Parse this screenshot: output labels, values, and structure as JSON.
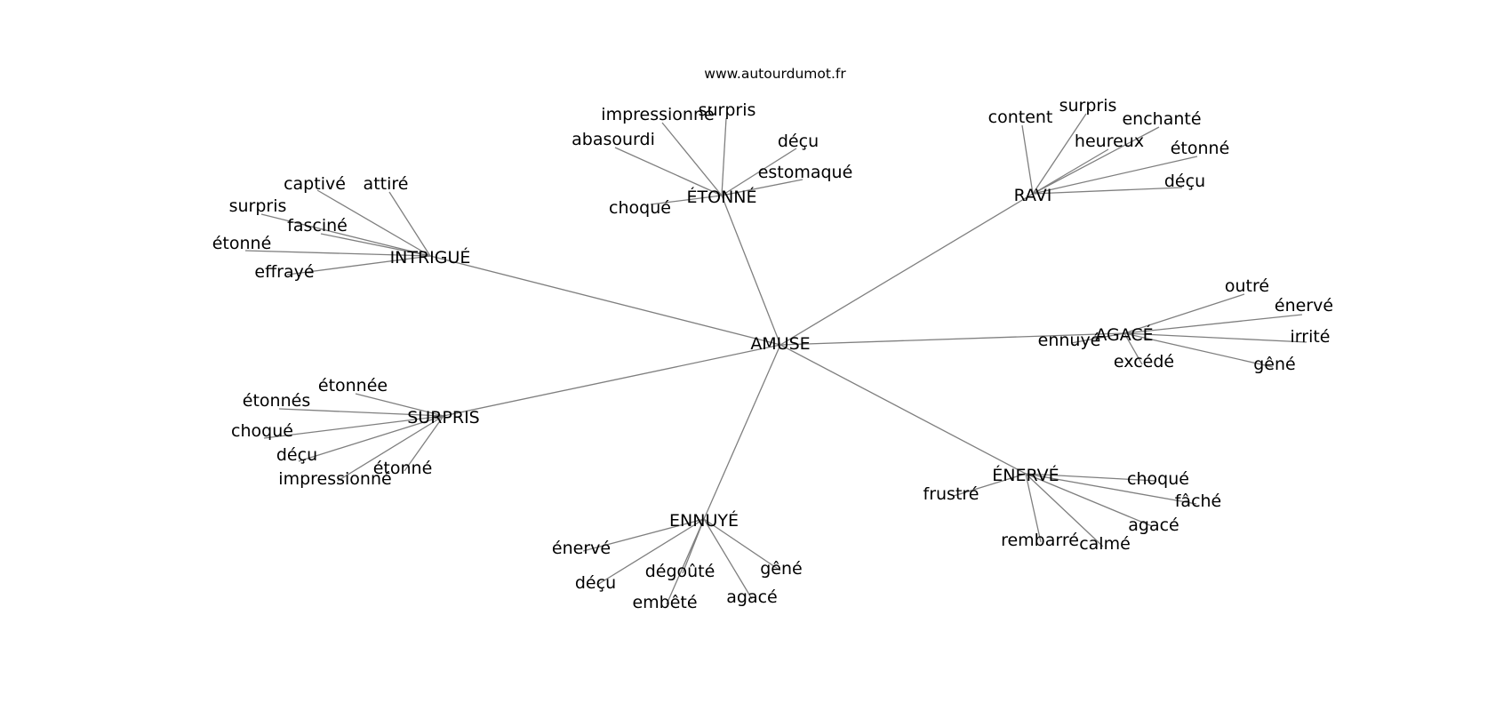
{
  "source": "www.autourdumot.fr",
  "center": "AMUSE",
  "groups": [
    {
      "word": "ÉTONNÉ",
      "related": [
        "impressionné",
        "surpris",
        "abasourdi",
        "déçu",
        "estomaqué",
        "choqué"
      ]
    },
    {
      "word": "RAVI",
      "related": [
        "content",
        "surpris",
        "enchanté",
        "heureux",
        "étonné",
        "déçu"
      ]
    },
    {
      "word": "INTRIGUÉ",
      "related": [
        "captivé",
        "attiré",
        "surpris",
        "fasciné",
        "étonné",
        "effrayé"
      ]
    },
    {
      "word": "AGACÉ",
      "related": [
        "outré",
        "énervé",
        "irrité",
        "ennuyé",
        "excédé",
        "gêné"
      ]
    },
    {
      "word": "SURPRIS",
      "related": [
        "étonnée",
        "étonnés",
        "choqué",
        "déçu",
        "impressionné",
        "étonné"
      ]
    },
    {
      "word": "ÉNERVÉ",
      "related": [
        "choqué",
        "fâché",
        "frustré",
        "agacé",
        "rembarré",
        "calmé"
      ]
    },
    {
      "word": "ENNUYÉ",
      "related": [
        "énervé",
        "déçu",
        "dégoûté",
        "gêné",
        "embêté",
        "agacé"
      ]
    }
  ]
}
